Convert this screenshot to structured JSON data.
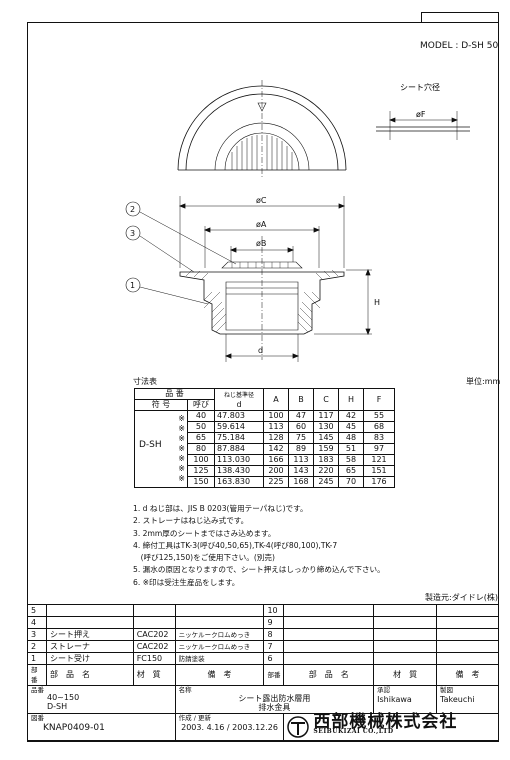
{
  "model": "MODEL : D-SH 50",
  "drawing_labels": {
    "sheet_hole": "シート穴径",
    "phiF": "øF",
    "phiC": "øC",
    "phiA": "øA",
    "phiB": "øB",
    "H": "H",
    "d": "d",
    "callouts": [
      "1",
      "2",
      "3"
    ]
  },
  "dimension_table": {
    "caption": "寸法表",
    "unit": "単位:mm",
    "header": {
      "hinban": "品 番",
      "fugo": "符 号",
      "yobi": "呼び",
      "neji": "ねじ基準径",
      "d": "d",
      "cols": [
        "A",
        "B",
        "C",
        "H",
        "F"
      ]
    },
    "product": "D-SH",
    "rows": [
      {
        "mark": "※",
        "yobi": "40",
        "d": "47.803",
        "A": "100",
        "B": "47",
        "C": "117",
        "H": "42",
        "F": "55"
      },
      {
        "mark": "※",
        "yobi": "50",
        "d": "59.614",
        "A": "113",
        "B": "60",
        "C": "130",
        "H": "45",
        "F": "68"
      },
      {
        "mark": "※",
        "yobi": "65",
        "d": "75.184",
        "A": "128",
        "B": "75",
        "C": "145",
        "H": "48",
        "F": "83"
      },
      {
        "mark": "※",
        "yobi": "80",
        "d": "87.884",
        "A": "142",
        "B": "89",
        "C": "159",
        "H": "51",
        "F": "97"
      },
      {
        "mark": "※",
        "yobi": "100",
        "d": "113.030",
        "A": "166",
        "B": "113",
        "C": "183",
        "H": "58",
        "F": "121"
      },
      {
        "mark": "※",
        "yobi": "125",
        "d": "138.430",
        "A": "200",
        "B": "143",
        "C": "220",
        "H": "65",
        "F": "151"
      },
      {
        "mark": "※",
        "yobi": "150",
        "d": "163.830",
        "A": "225",
        "B": "168",
        "C": "245",
        "H": "70",
        "F": "176"
      }
    ]
  },
  "notes": [
    "1. d ねじ部は、JIS B 0203(管用テーパねじ)です。",
    "2. ストレーナはねじ込み式です。",
    "3. 2mm厚のシートまではさみ込めます。",
    "4. 締付工具はTK-3(呼び40,50,65),TK-4(呼び80,100),TK-7",
    "　(呼び125,150)をご使用下さい。(別売)",
    "5. 漏水の原因となりますので、シート押えはしっかり締め込んで下さい。",
    "6. ※印は受注生産品をします。"
  ],
  "maker": "製造元:ダイドレ(株)",
  "parts": {
    "left": [
      {
        "no": "5",
        "name": "",
        "material": "",
        "remark": ""
      },
      {
        "no": "4",
        "name": "",
        "material": "",
        "remark": ""
      },
      {
        "no": "3",
        "name": "シート押え",
        "material": "CAC202",
        "remark": "ニッケルークロムめっき"
      },
      {
        "no": "2",
        "name": "ストレーナ",
        "material": "CAC202",
        "remark": "ニッケルークロムめっき"
      },
      {
        "no": "1",
        "name": "シート受け",
        "material": "FC150",
        "remark": "防錆塗装"
      }
    ],
    "right_nos": [
      "10",
      "9",
      "8",
      "7",
      "6"
    ],
    "header": {
      "no": "部番",
      "name": "部　品　名",
      "material": "材　質",
      "remark": "備　考"
    }
  },
  "title_block": {
    "hinban_label": "品番",
    "hinban_range": "40~150",
    "hinban_model": "D-SH",
    "name_label": "名称",
    "name_line1": "シート露出防水層用",
    "name_line2": "排水金具",
    "approve_label": "承認",
    "approve_name": "Ishikawa",
    "drawn_label": "製図",
    "drawn_name": "Takeuchi",
    "zuban_label": "図番",
    "zuban": "KNAP0409-01",
    "date_label": "作成 / 更新",
    "dates": "2003. 4.16 / 2003.12.26",
    "company_jp": "西部機械株式会社",
    "company_en": "SEIBUKIZAI CO.,LTD"
  }
}
